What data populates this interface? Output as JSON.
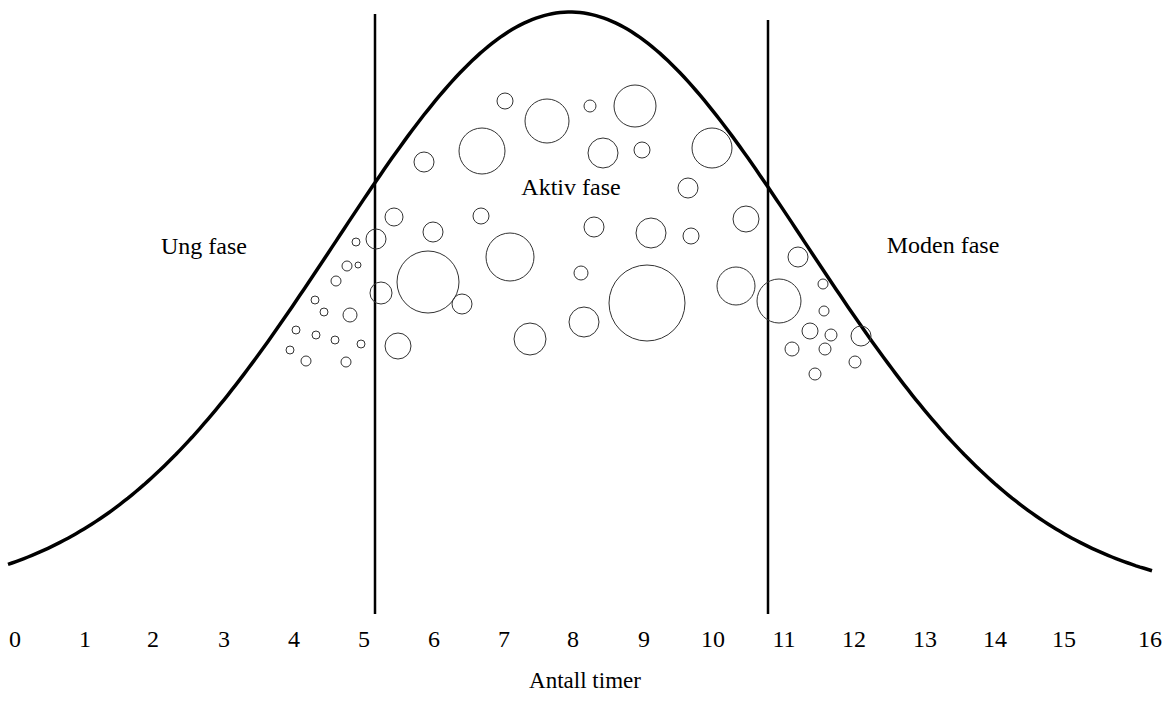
{
  "diagram": {
    "labels": [
      "Ung fase",
      "Aktiv fase",
      "Moden fase",
      "0",
      "1",
      "2",
      "3",
      "4",
      "5",
      "6",
      "7",
      "8",
      "9",
      "10",
      "11",
      "12",
      "13",
      "14",
      "15",
      "16",
      "Antall timer"
    ]
  }
}
